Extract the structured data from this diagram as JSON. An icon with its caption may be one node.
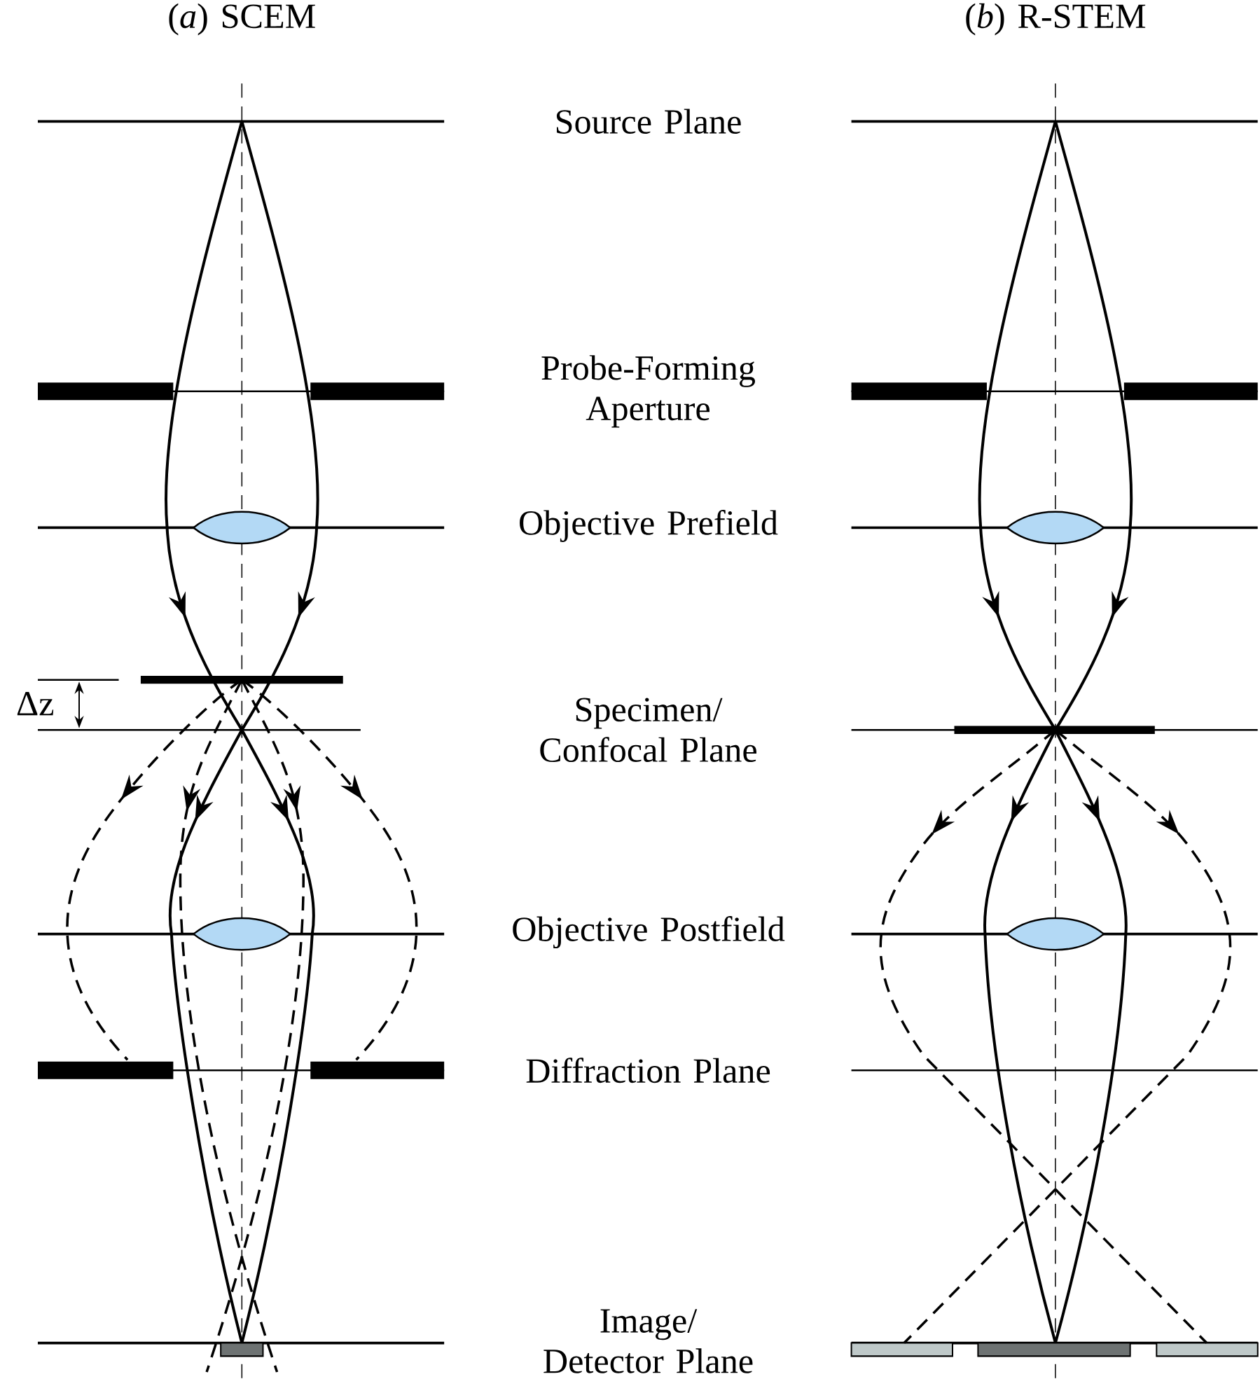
{
  "diagram": {
    "labels": [
      "(*a*) SCEM",
      "(*b*) R-STEM",
      "Source Plane",
      "Probe-Forming Aperture",
      "Objective Prefield",
      "Δz",
      "Specimen/ Confocal Plane",
      "Objective Postfield",
      "Diffraction Plane",
      "Image/ Detector Plane"
    ]
  }
}
